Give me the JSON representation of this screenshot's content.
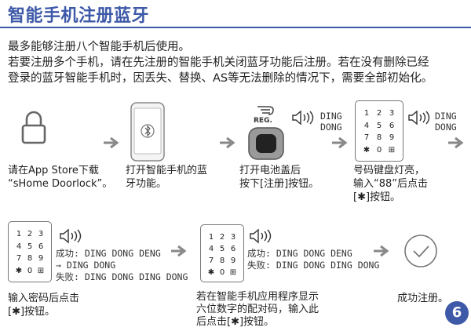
{
  "title": "智能手机注册蓝牙",
  "intro": [
    "最多能够注册八个智能手机后使用。",
    "若要注册多个手机，请在先注册的智能手机关闭蓝牙功能后注册。若在没有删除已经",
    "登录的蓝牙智能手机时，因丢失、替换、AS等无法删除的情况下，需要全部初始化。"
  ],
  "reg_label": "REG.",
  "sound_ding_dong": [
    "DING",
    "DONG"
  ],
  "keypad_keys": [
    "1",
    "2",
    "3",
    "4",
    "5",
    "6",
    "7",
    "8",
    "9",
    "✱",
    "0",
    "⊞"
  ],
  "step1_caption": [
    "请在App Store下载",
    "“sHome Doorlock”。"
  ],
  "step2_caption": [
    "打开智能手机的蓝",
    "牙功能。"
  ],
  "step3_caption": [
    "打开电池盖后",
    "按下[注册]按钮。"
  ],
  "step4_caption": [
    "号码键盘灯亮，",
    "输入“88”后点击",
    "[✱]按钮。"
  ],
  "step5_result": [
    "成功: DING DONG DENG",
    "→ DING DONG",
    "失败: DING DONG DING DONG"
  ],
  "step5_caption": [
    "输入密码后点击",
    "[✱]按钮。"
  ],
  "step6_result": [
    "成功: DING DONG DENG",
    "失败: DING DONG DING DONG"
  ],
  "step6_caption": [
    "若在智能手机应用程序显示",
    "六位数字的配对码，输入此",
    "后点击[✱]按钮。"
  ],
  "step7_caption": "成功注册。",
  "page_number": "6"
}
